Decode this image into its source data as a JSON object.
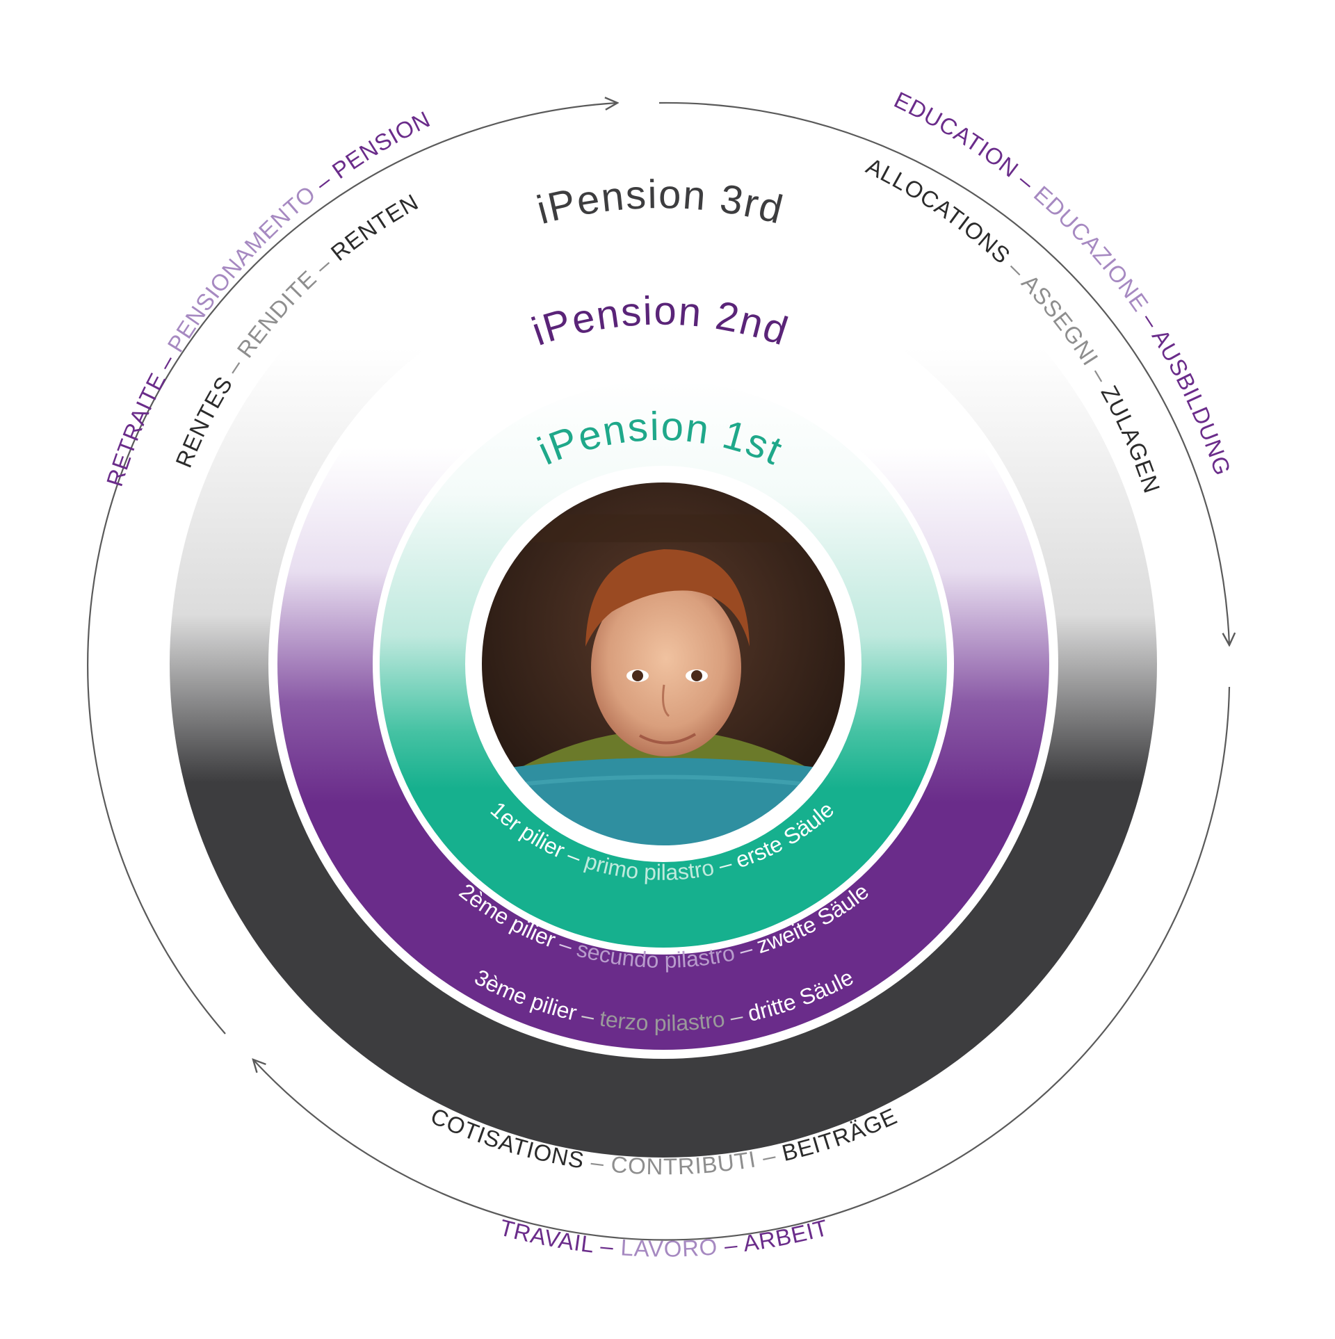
{
  "colors": {
    "third": "#3d3d3f",
    "third_title": "#3d3d3f",
    "second": "#6a2c8a",
    "second_title": "#5a2478",
    "first": "#16b08e",
    "first_title": "#1fa88a",
    "dark_text": "#2b2b2b",
    "grey_text": "#8e8e8e",
    "purple_text": "#6a2c8a",
    "light_purple_text": "#a689c1",
    "arrow": "#5a5a5a"
  },
  "rings": {
    "third": {
      "title": "iPension 3rd",
      "pillar": {
        "fr": "3ème pilier",
        "sep1": " – ",
        "it": "terzo pilastro",
        "sep2": " – ",
        "de": "dritte Säule"
      }
    },
    "second": {
      "title": "iPension 2nd",
      "pillar": {
        "fr": "2ème pilier",
        "sep1": " – ",
        "it": "secundo pilastro",
        "sep2": " – ",
        "de": "zweite Säule"
      }
    },
    "first": {
      "title": "iPension 1st",
      "pillar": {
        "fr": "1er pilier",
        "sep1": " – ",
        "it": "primo pilastro",
        "sep2": " – ",
        "de": "erste Säule"
      }
    }
  },
  "photo": {
    "description_icon": "child-portrait-photo"
  },
  "cycle": {
    "top_left": {
      "outer": {
        "fr": "RETRAITE",
        "sep1": " – ",
        "it": "PENSIONAMENTO",
        "sep2": " – ",
        "de": "PENSION"
      },
      "inner": {
        "fr": "RENTES",
        "sep1": " – ",
        "it": "RENDITE",
        "sep2": " – ",
        "de": "RENTEN"
      }
    },
    "top_right": {
      "outer": {
        "fr": "EDUCATION",
        "sep1": " – ",
        "it": "EDUCAZIONE",
        "sep2": " – ",
        "de": "AUSBILDUNG"
      },
      "inner": {
        "fr": "ALLOCATIONS",
        "sep1": " – ",
        "it": "ASSEGNI",
        "sep2": " – ",
        "de": "ZULAGEN"
      }
    },
    "bottom": {
      "inner": {
        "fr": "COTISATIONS",
        "sep1": " – ",
        "it": "CONTRIBUTI",
        "sep2": " – ",
        "de": "BEITRÄGE"
      },
      "outer": {
        "fr": "TRAVAIL",
        "sep1": " – ",
        "it": "LAVORO",
        "sep2": " – ",
        "de": "ARBEIT"
      }
    }
  }
}
